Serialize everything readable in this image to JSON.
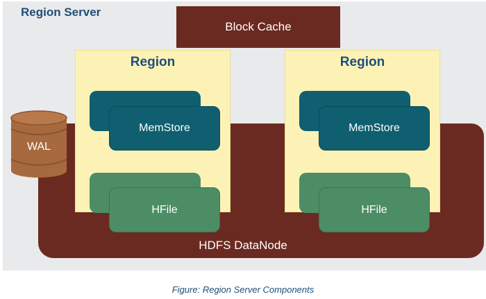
{
  "server": {
    "label": "Region Server"
  },
  "block_cache": {
    "label": "Block Cache"
  },
  "regions": [
    {
      "title": "Region",
      "memstore": "MemStore",
      "hfile": "HFile"
    },
    {
      "title": "Region",
      "memstore": "MemStore",
      "hfile": "HFile"
    }
  ],
  "wal": {
    "label": "WAL"
  },
  "datanode": {
    "label": "HDFS DataNode"
  },
  "caption": "Figure: Region Server Components",
  "colors": {
    "server_bg": "#e9eaeb",
    "dark_red": "#6b2a21",
    "region_bg": "#fdf2b6",
    "memstore": "#0f5f70",
    "hfile": "#4d8d65",
    "wal": "#a66a3e",
    "title_blue": "#1f4e79"
  }
}
